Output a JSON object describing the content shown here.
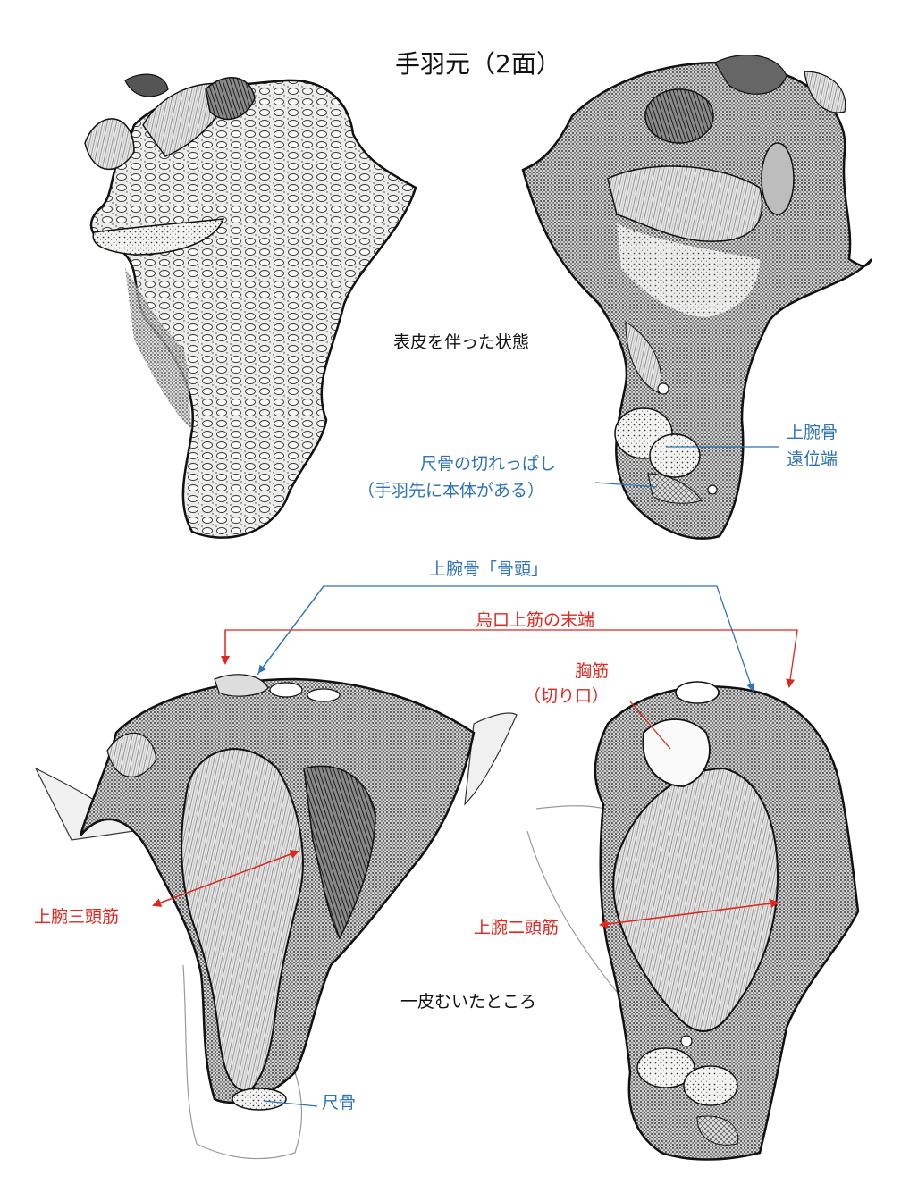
{
  "title": "手羽元（2面）",
  "labels": {
    "with_skin": "表皮を伴った状態",
    "skinned": "一皮むいたところ",
    "humerus_distal_1": "上腕骨",
    "humerus_distal_2": "遠位端",
    "ulna_cut_1": "尺骨の切れっぱし",
    "ulna_cut_2": "（手羽先に本体がある）",
    "humerus_head": "上腕骨「骨頭」",
    "supracoracoideus_end": "烏口上筋の末端",
    "pectoral_1": "胸筋",
    "pectoral_2": "（切り口）",
    "triceps": "上腕三頭筋",
    "biceps": "上腕二頭筋",
    "ulna": "尺骨"
  },
  "colors": {
    "blue": "#2f74b5",
    "red": "#e0261f",
    "ink": "#111111"
  }
}
